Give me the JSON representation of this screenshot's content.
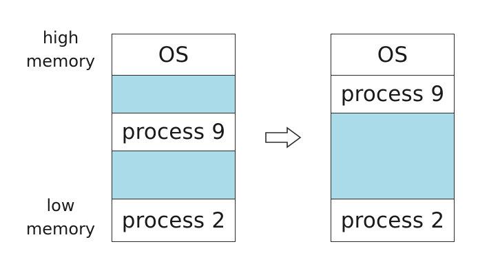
{
  "labels": {
    "high_line1": "high",
    "high_line2": "memory",
    "low_line1": "low",
    "low_line2": "memory"
  },
  "before": {
    "os": "OS",
    "process9": "process 9",
    "process2": "process 2"
  },
  "after": {
    "os": "OS",
    "process9": "process 9",
    "process2": "process 2"
  },
  "colors": {
    "free_memory": "#a9dbe9",
    "allocated_memory": "#ffffff",
    "border": "#2b2b2b"
  }
}
